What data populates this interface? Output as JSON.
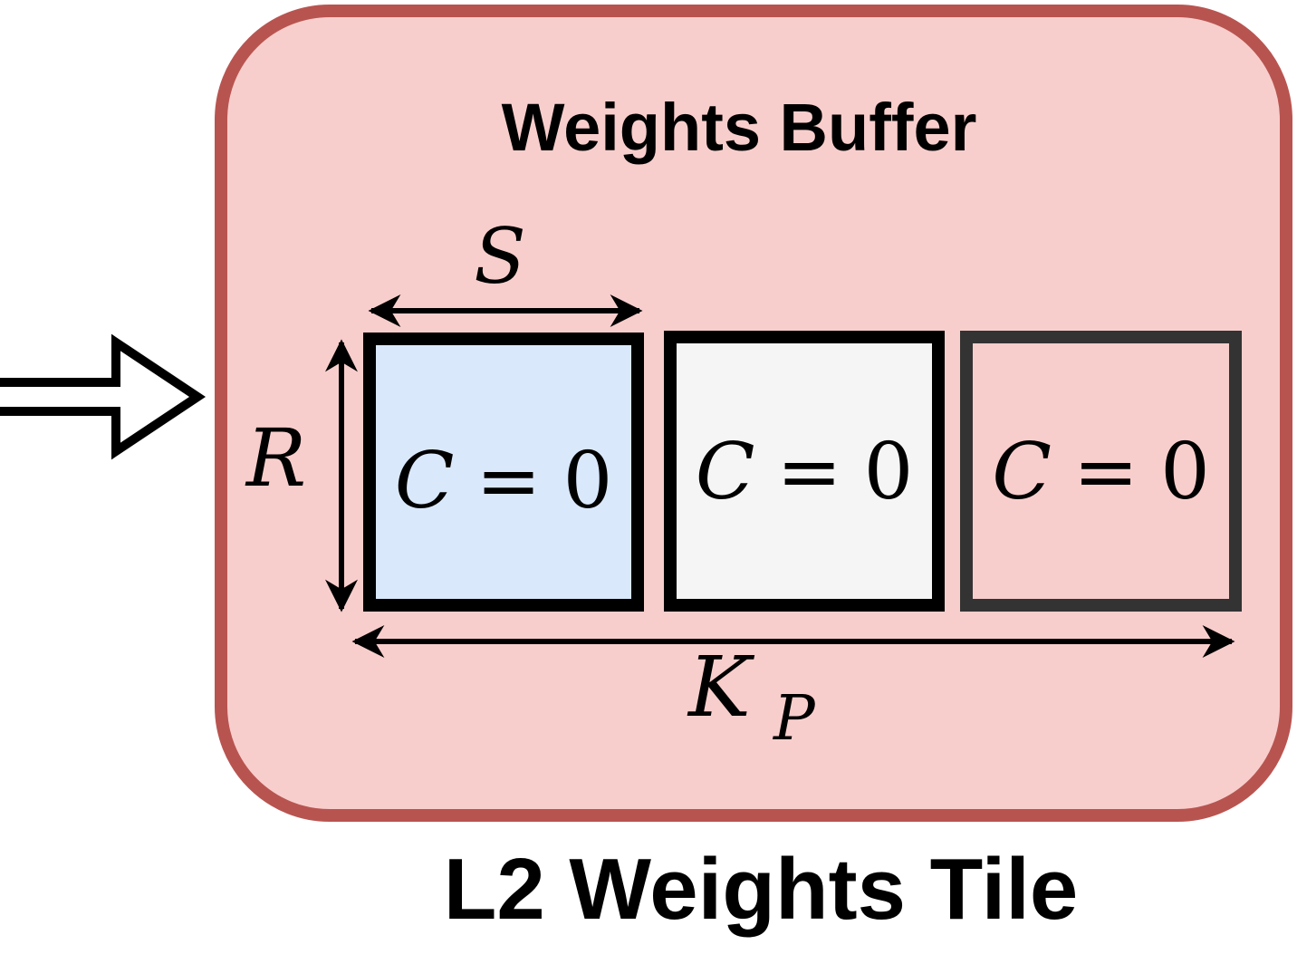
{
  "buffer": {
    "title": "Weights Buffer",
    "fill": "#f8cecc",
    "stroke": "#b85450"
  },
  "caption": "L2 Weights Tile",
  "dimensions": {
    "width_symbol": "S",
    "height_symbol": "R",
    "depth_symbol": "K",
    "depth_subscript": "P"
  },
  "channels": [
    {
      "label_var": "C",
      "label_eq": "=",
      "label_val": "0",
      "fill": "#dae8fc",
      "stroke": "#000000"
    },
    {
      "label_var": "C",
      "label_eq": "=",
      "label_val": "0",
      "fill": "#f5f5f5",
      "stroke": "#000000"
    },
    {
      "label_var": "C",
      "label_eq": "=",
      "label_val": "0",
      "fill": "#f8cecc",
      "stroke": "#333333"
    }
  ],
  "input_arrow": {
    "icon": "hollow-right-arrow-icon"
  }
}
